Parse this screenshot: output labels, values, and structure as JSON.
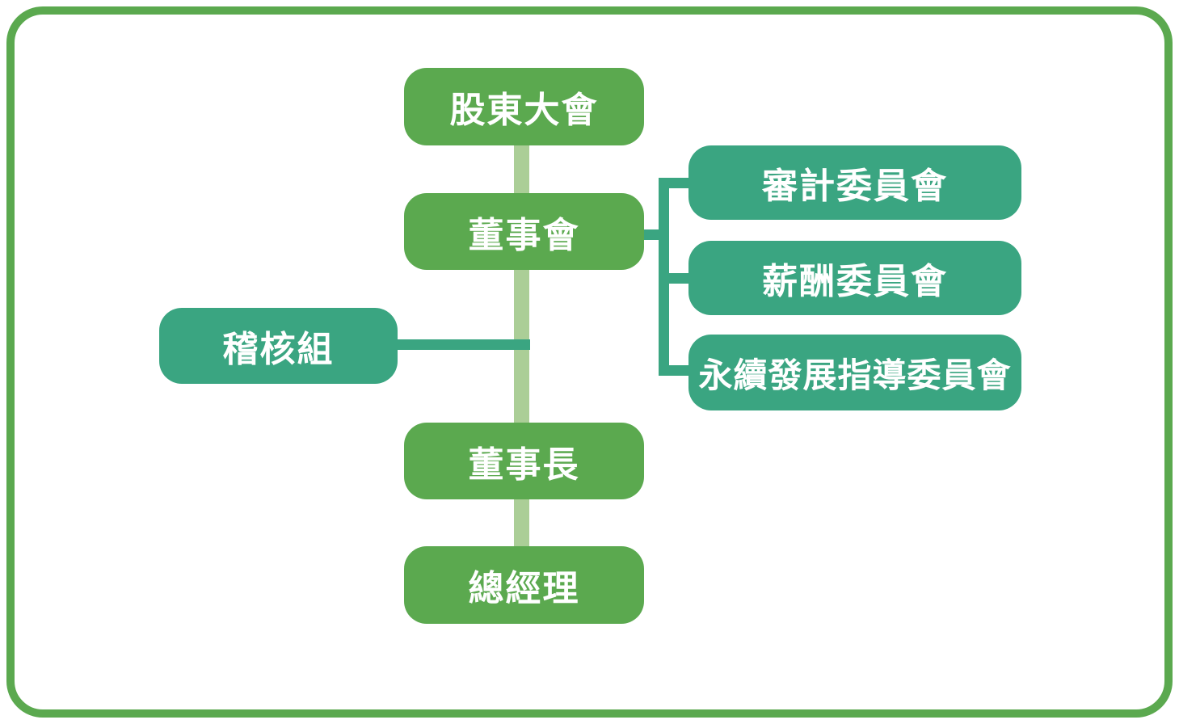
{
  "diagram": {
    "type": "org-chart",
    "colors": {
      "primary_green": "#5BA94F",
      "teal_green": "#3AA581",
      "pale_connector": "#ABCE97",
      "frame_border": "#5BA94F",
      "node_text": "#FFFFFF",
      "background": "#FFFFFF"
    },
    "nodes": {
      "shareholders": {
        "label": "股東大會"
      },
      "board": {
        "label": "董事會"
      },
      "audit_office": {
        "label": "稽核組"
      },
      "audit_committee": {
        "label": "審計委員會"
      },
      "compensation_committee": {
        "label": "薪酬委員會"
      },
      "sustainability_committee": {
        "label": "永續發展指導委員會"
      },
      "chairman": {
        "label": "董事長"
      },
      "president": {
        "label": "總經理"
      }
    },
    "edges": [
      {
        "from": "shareholders",
        "to": "board"
      },
      {
        "from": "board",
        "to": "chairman"
      },
      {
        "from": "chairman",
        "to": "president"
      },
      {
        "from": "board",
        "to": "audit_committee"
      },
      {
        "from": "board",
        "to": "compensation_committee"
      },
      {
        "from": "board",
        "to": "sustainability_committee"
      },
      {
        "from": "audit_office",
        "to": "board_chairman_line"
      }
    ]
  }
}
